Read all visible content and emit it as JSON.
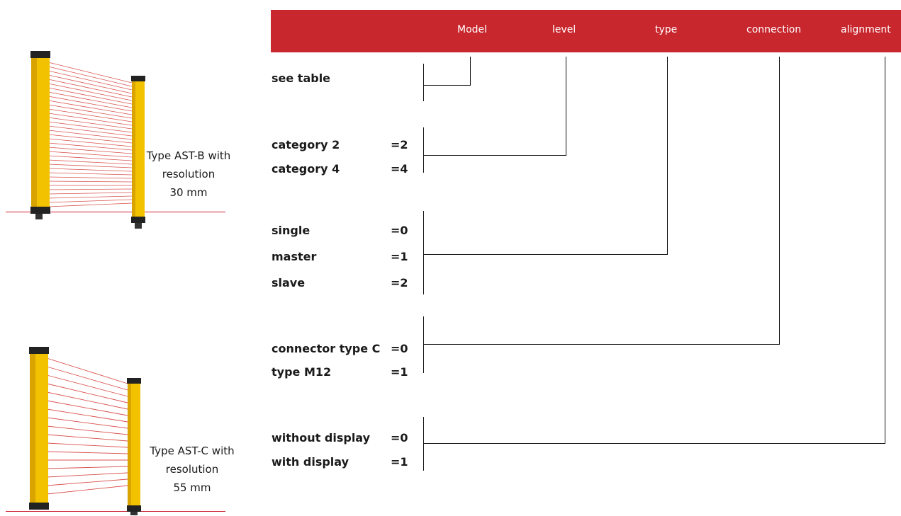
{
  "header": {
    "labels": [
      "Model",
      "level",
      "type",
      "connection",
      "alignment"
    ],
    "color": "#c8272e"
  },
  "options": {
    "model": {
      "label": "see table"
    },
    "level": [
      {
        "label": "category 2",
        "code": "=2"
      },
      {
        "label": "category 4",
        "code": "=4"
      }
    ],
    "type": [
      {
        "label": "single",
        "code": "=0"
      },
      {
        "label": "master",
        "code": "=1"
      },
      {
        "label": "slave",
        "code": "=2"
      }
    ],
    "connection": [
      {
        "label": "connector type C",
        "code": "=0"
      },
      {
        "label": "type M12",
        "code": "=1"
      }
    ],
    "alignment": [
      {
        "label": "without display",
        "code": "=0"
      },
      {
        "label": "with display",
        "code": "=1"
      }
    ]
  },
  "products": [
    {
      "caption_lines": [
        "Type AST-B with",
        "resolution",
        "30 mm"
      ],
      "icon": "light-curtain-icon"
    },
    {
      "caption_lines": [
        "Type AST-C with",
        "resolution",
        "55 mm"
      ],
      "icon": "light-curtain-icon"
    }
  ],
  "colors": {
    "beam": "#d9534f",
    "housing": "#f2c200",
    "floor_line": "#cc2030"
  }
}
